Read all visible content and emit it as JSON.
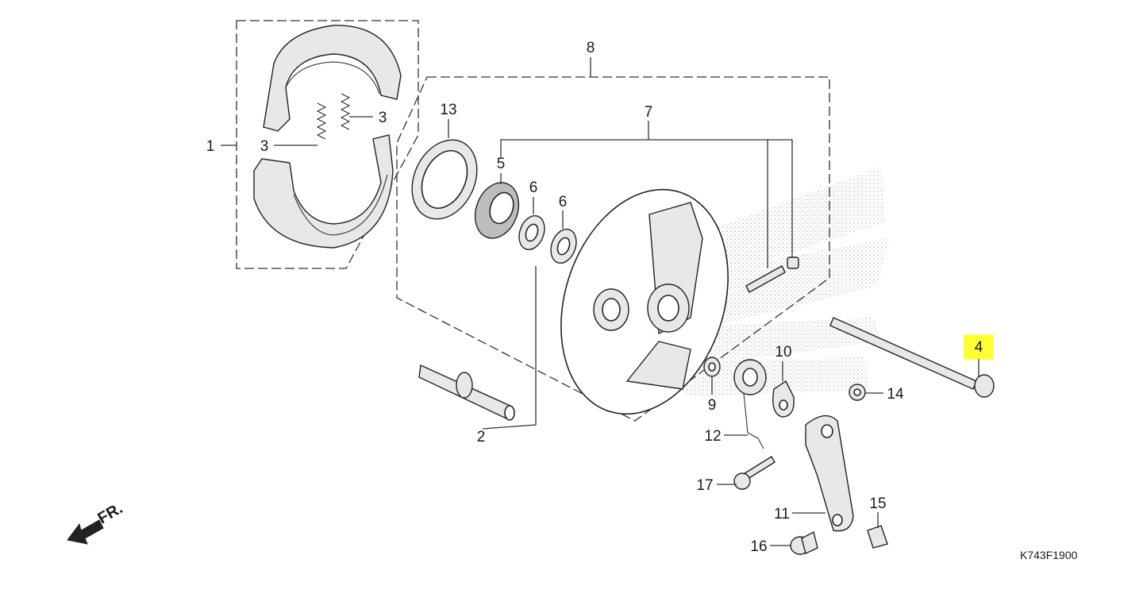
{
  "callouts": [
    {
      "id": "c1",
      "label": "1"
    },
    {
      "id": "c2",
      "label": "2"
    },
    {
      "id": "c3a",
      "label": "3"
    },
    {
      "id": "c3b",
      "label": "3"
    },
    {
      "id": "c4",
      "label": "4"
    },
    {
      "id": "c5",
      "label": "5"
    },
    {
      "id": "c6a",
      "label": "6"
    },
    {
      "id": "c6b",
      "label": "6"
    },
    {
      "id": "c7",
      "label": "7"
    },
    {
      "id": "c8",
      "label": "8"
    },
    {
      "id": "c9",
      "label": "9"
    },
    {
      "id": "c10",
      "label": "10"
    },
    {
      "id": "c11",
      "label": "11"
    },
    {
      "id": "c12",
      "label": "12"
    },
    {
      "id": "c13",
      "label": "13"
    },
    {
      "id": "c14",
      "label": "14"
    },
    {
      "id": "c15",
      "label": "15"
    },
    {
      "id": "c16",
      "label": "16"
    },
    {
      "id": "c17",
      "label": "17"
    }
  ],
  "highlight": {
    "callout": "4",
    "color": "#ffff33"
  },
  "front_indicator": {
    "text": "FR."
  },
  "drawing_code": "K743F1900"
}
